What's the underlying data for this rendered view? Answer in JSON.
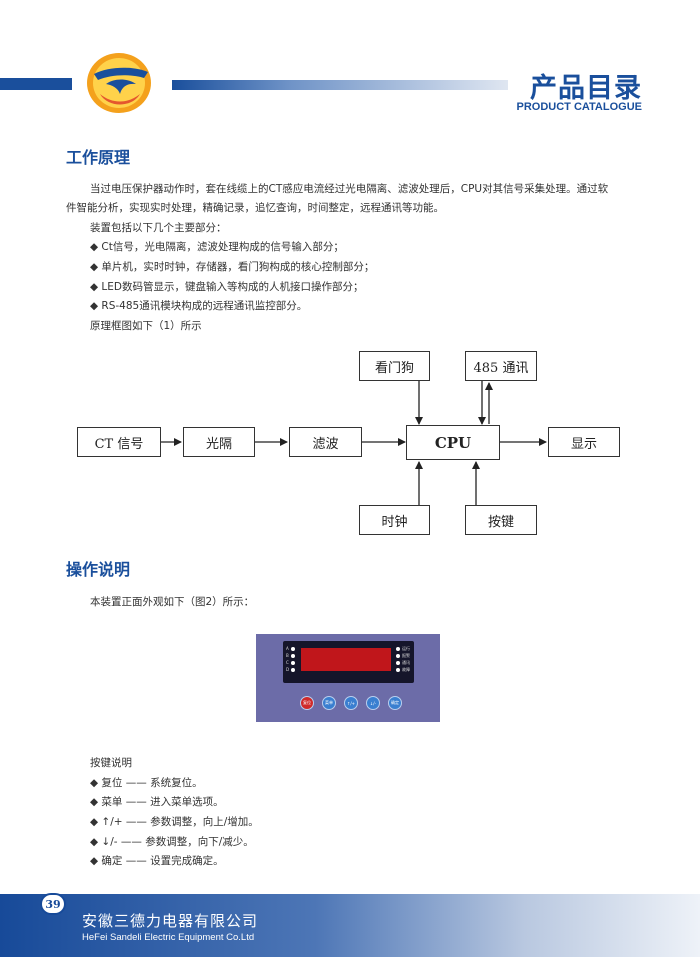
{
  "header": {
    "catalog_cn": "产品目录",
    "catalog_en": "PRODUCT CATALOGUE"
  },
  "section1": {
    "title": "工作原理",
    "para_line1": "当过电压保护器动作时，套在线缆上的CT感应电流经过光电隔离、滤波处理后，CPU对其信号采集处理。通过软",
    "para_line2": "件智能分析，实现实时处理，精确记录，追忆查询，时间整定，远程通讯等功能。",
    "intro": "装置包括以下几个主要部分：",
    "bullets": [
      "◆ Ct信号，光电隔离，滤波处理构成的信号输入部分；",
      "◆ 单片机，实时时钟，存储器，看门狗构成的核心控制部分；",
      "◆ LED数码管显示，键盘输入等构成的人机接口操作部分；",
      "◆ RS-485通讯模块构成的远程通讯监控部分。"
    ],
    "diagram_caption": "原理框图如下（1）所示"
  },
  "diagram": {
    "watchdog": "看门狗",
    "comm485": "485 通讯",
    "ct": "CT 信号",
    "optical": "光隔",
    "filter": "滤波",
    "cpu": "CPU",
    "display": "显示",
    "clock": "时钟",
    "keys": "按键"
  },
  "section2": {
    "title": "操作说明",
    "intro": "本装置正面外观如下（图2）所示：",
    "keys_title": "按键说明",
    "key_items": [
      "◆ 复位 —— 系统复位。",
      "◆ 菜单 —— 进入菜单选项。",
      "◆ ↑/+ —— 参数调整，向上/增加。",
      "◆ ↓/- —— 参数调整，向下/减少。",
      "◆ 确定 —— 设置完成确定。"
    ]
  },
  "device": {
    "left_leds": [
      "A",
      "B",
      "C",
      "D"
    ],
    "right_leds": [
      "运行",
      "报警",
      "通讯",
      "故障"
    ],
    "buttons": [
      "复位",
      "菜单",
      "↑/+",
      "↓/-",
      "确定"
    ]
  },
  "footer": {
    "page_number": "39",
    "company_cn": "安徽三德力电器有限公司",
    "company_en": "HeFei Sandeli Electric Equipment Co.Ltd"
  },
  "colors": {
    "brand_blue": "#1a4f9c",
    "panel_purple": "#6c6ca8",
    "display_red": "#c0161b"
  }
}
